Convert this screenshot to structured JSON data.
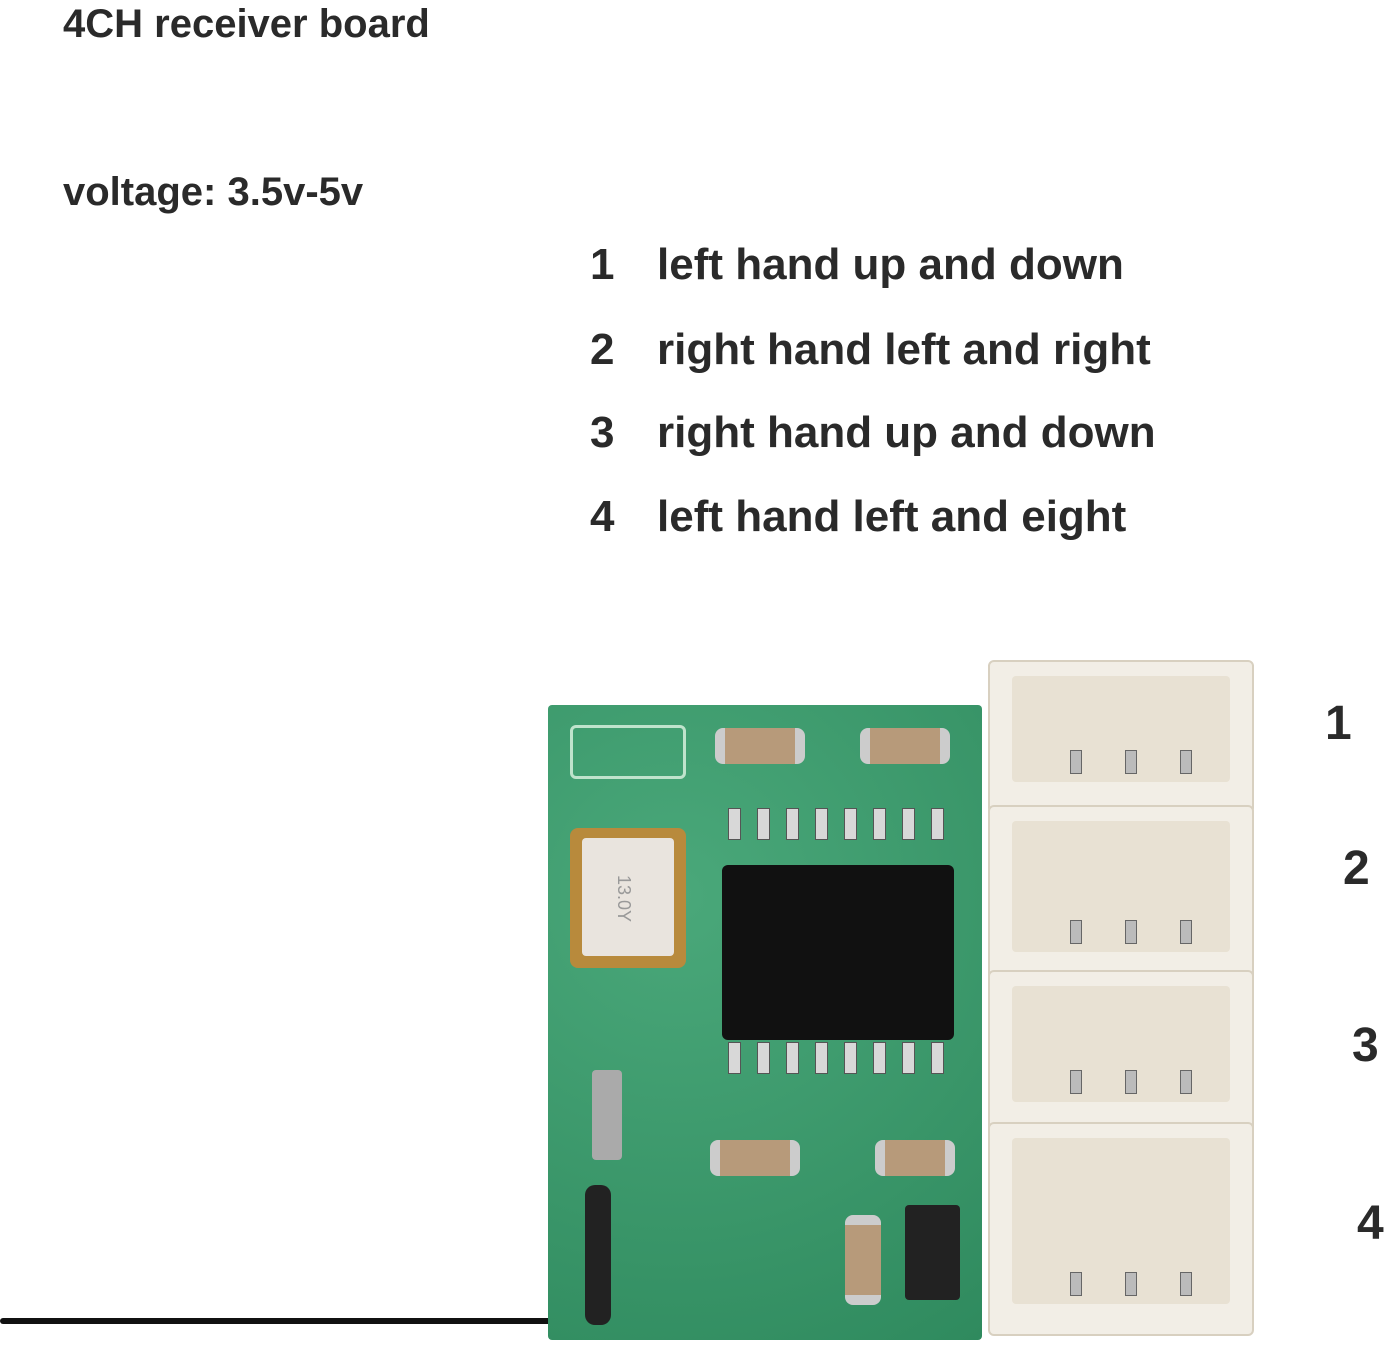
{
  "title": "4CH receiver board",
  "voltage": "voltage: 3.5v-5v",
  "channels": [
    {
      "num": "1",
      "desc": "left hand up and down"
    },
    {
      "num": "2",
      "desc": "right hand left and right"
    },
    {
      "num": "3",
      "desc": "right hand up and down"
    },
    {
      "num": "4",
      "desc": "left hand left and eight"
    }
  ],
  "port_labels": [
    "1",
    "2",
    "3",
    "4"
  ],
  "crystal_marking": "13.0Y",
  "colors": {
    "text": "#2a2a2a",
    "pcb": "#3f9a6e",
    "connector": "#f2eee6"
  }
}
